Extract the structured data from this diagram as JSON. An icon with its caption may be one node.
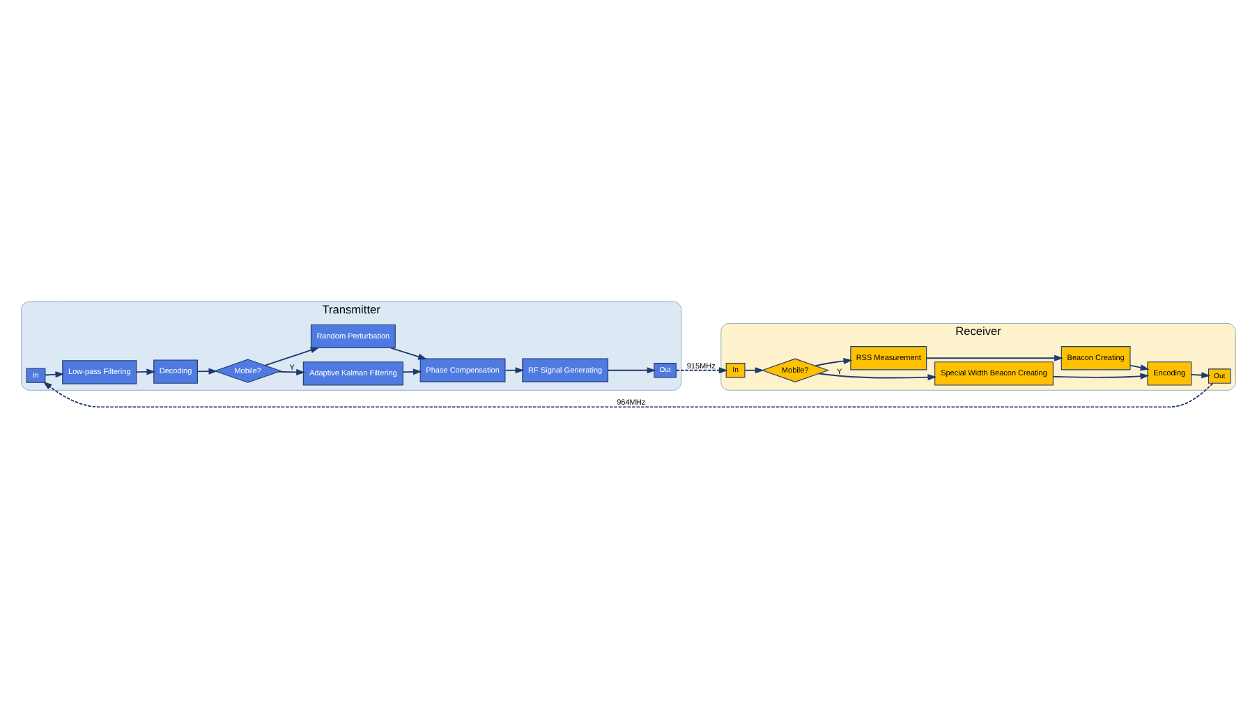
{
  "diagram": {
    "nodes": [
      {
        "text": [
          "Transmitter"
        ]
      },
      {
        "text": [
          "Low-pass Filtering"
        ],
        "in": 0
      },
      {
        "text": [
          "Decoding"
        ],
        "in": 0
      },
      {
        "text": [
          "Mobile?"
        ],
        "in": 0
      },
      {
        "text": [
          "Adaptive Kalman Filtering"
        ],
        "in": 0
      },
      {
        "text": [
          "Random Perturbation"
        ],
        "in": 0
      },
      {
        "text": [
          "Phase Compensation"
        ],
        "in": 0
      },
      {
        "text": [
          "RF Signal Generating"
        ],
        "in": 0
      },
      {
        "text": [
          "In"
        ],
        "in": 0
      },
      {
        "text": [
          "Out"
        ],
        "in": 0
      },
      {
        "text": [
          "Receiver"
        ]
      },
      {
        "text": [
          "Out"
        ],
        "in": 10
      },
      {
        "text": [
          "In"
        ],
        "in": 10
      },
      {
        "text": [
          "Mobile?"
        ],
        "in": 10
      },
      {
        "text": [
          "Special Width Beacon Creating"
        ],
        "in": 10
      },
      {
        "text": [
          "Encoding"
        ],
        "in": 10
      },
      {
        "text": [
          "RSS Measurement"
        ],
        "in": 10
      },
      {
        "text": [
          "Beacon Creating"
        ],
        "in": 10
      }
    ],
    "edges": [
      {
        "from": 8,
        "to": 1,
        "arrow": "to"
      },
      {
        "from": 1,
        "to": 2,
        "arrow": "to"
      },
      {
        "from": 2,
        "to": 3,
        "arrow": "to"
      },
      {
        "from": 3,
        "to": 4,
        "arrow": "to",
        "label": "Y"
      },
      {
        "from": 3,
        "to": 5,
        "arrow": "to"
      },
      {
        "from": 4,
        "to": 6,
        "arrow": "to"
      },
      {
        "from": 5,
        "to": 6,
        "arrow": "to"
      },
      {
        "from": 6,
        "to": 7,
        "arrow": "to"
      },
      {
        "from": 7,
        "to": 9,
        "arrow": "to"
      },
      {
        "from": 9,
        "to": 12,
        "arrow": "to",
        "style": "dashed",
        "label": "915MHz"
      },
      {
        "from": 12,
        "to": 13,
        "arrow": "to"
      },
      {
        "from": 13,
        "to": 14,
        "arrow": "to",
        "label": "Y"
      },
      {
        "from": 14,
        "to": 15,
        "arrow": "to"
      },
      {
        "from": 13,
        "to": 16,
        "arrow": "to"
      },
      {
        "from": 16,
        "to": 17,
        "arrow": "to"
      },
      {
        "from": 17,
        "to": 15,
        "arrow": "to"
      },
      {
        "from": 15,
        "to": 11,
        "arrow": "to"
      },
      {
        "from": 11,
        "to": 8,
        "arrow": "to",
        "style": "dashed",
        "label": "964MHz"
      }
    ]
  }
}
